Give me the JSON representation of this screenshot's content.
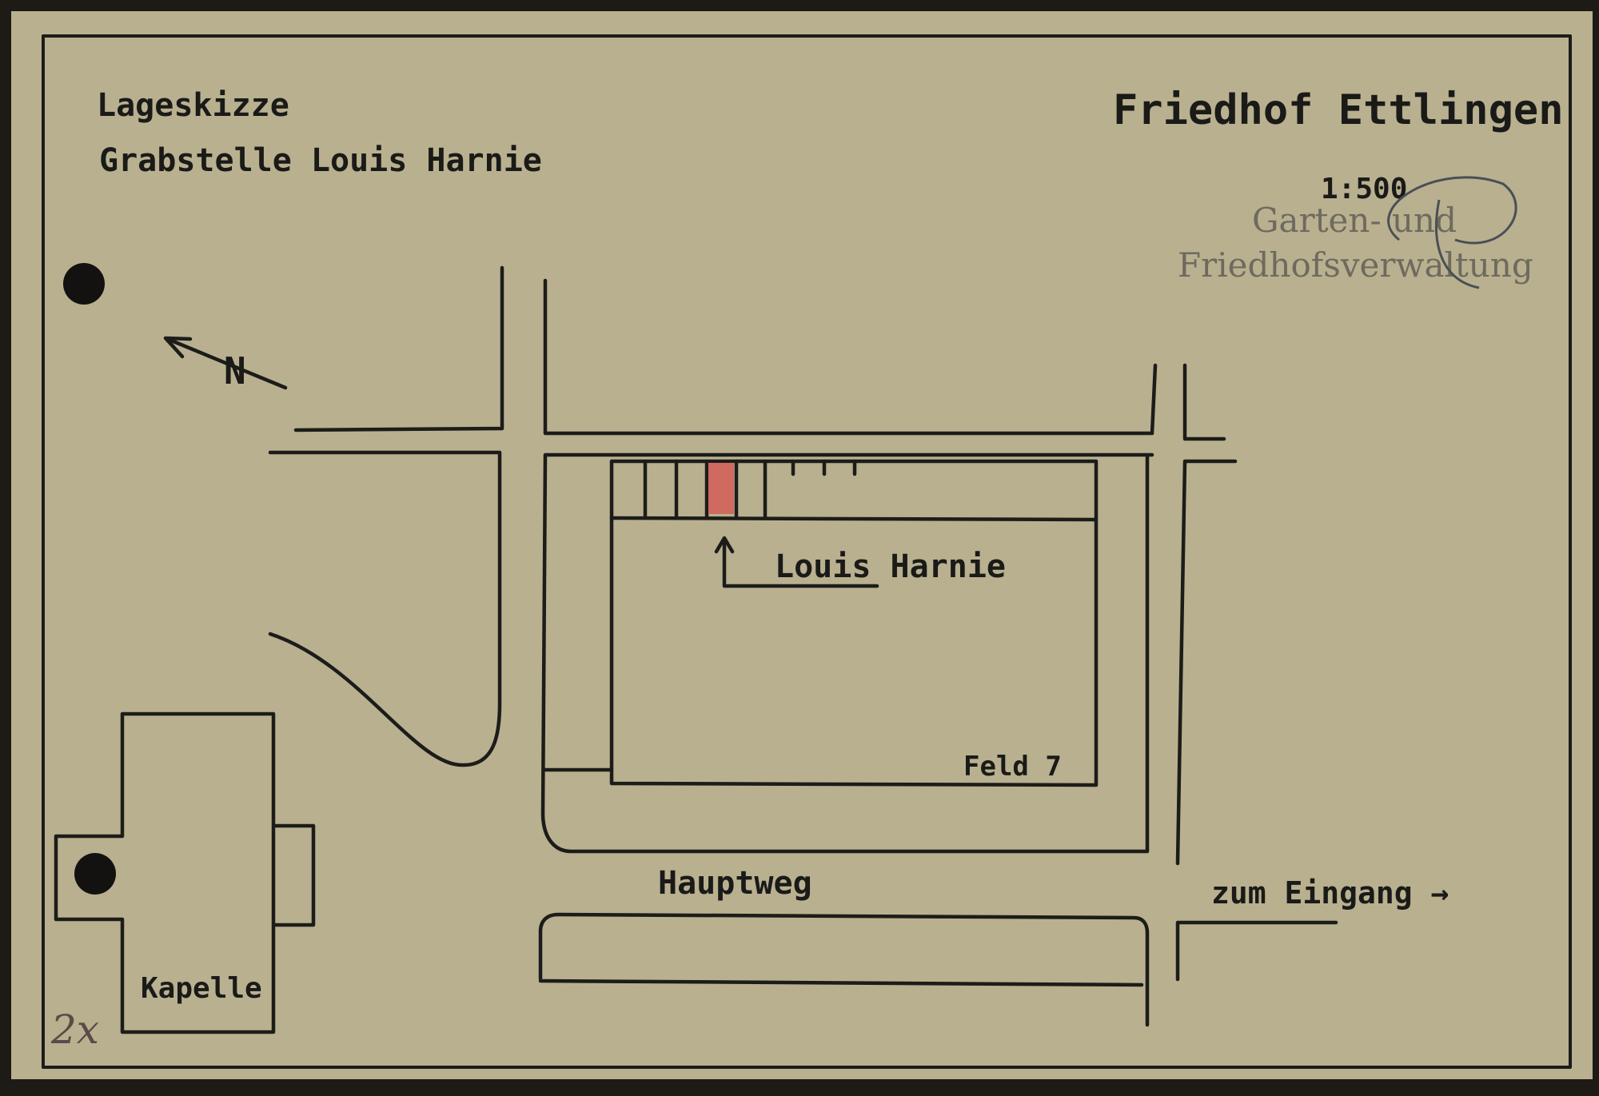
{
  "header": {
    "title_line1": "Lageskizze",
    "title_line2": "Grabstelle Louis Harnie",
    "cemetery": "Friedhof Ettlingen",
    "scale": "1:500"
  },
  "stamp": {
    "line1": "Garten- und",
    "line2": "Friedhofsverwaltung"
  },
  "map": {
    "north_label": "N",
    "grave_label": "Louis Harnie",
    "field_label": "Feld 7",
    "main_path_label": "Hauptweg",
    "entrance_label": "zum Eingang →",
    "chapel_label": "Kapelle",
    "marked_grave_color": "#d06a60"
  },
  "annotations": {
    "pencil_note": "2x"
  }
}
